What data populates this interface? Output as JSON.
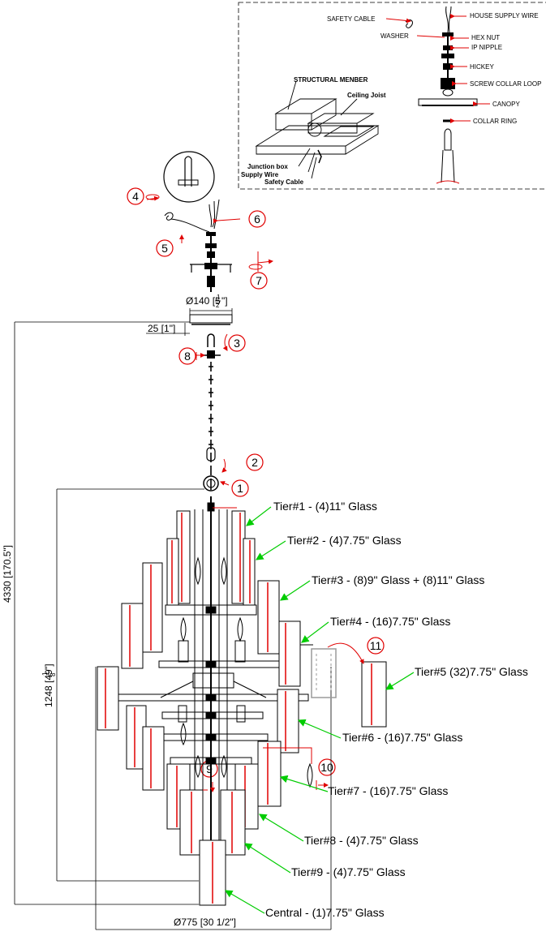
{
  "inset": {
    "safety_cable": "SAFETY CABLE",
    "house_supply_wire": "HOUSE SUPPLY WIRE",
    "washer": "WASHER",
    "hex_nut": "HEX NUT",
    "ip_nipple": "IP NIPPLE",
    "hickey": "HICKEY",
    "structural_member": "STRUCTURAL MENBER",
    "ceiling_joist": "Ceiling Joist",
    "screw_collar_loop": "SCREW COLLAR LOOP",
    "canopy": "CANOPY",
    "collar_ring": "COLLAR RING",
    "junction_box": "Junction box",
    "supply_wire": "Supply  Wire",
    "safety_cable_2": "Safety Cable"
  },
  "steps": [
    "1",
    "2",
    "3",
    "4",
    "5",
    "6",
    "7",
    "8",
    "9",
    "10",
    "11"
  ],
  "dimensions": {
    "canopy_diameter": "Ø140 [5",
    "canopy_diameter_frac_num": "1",
    "canopy_diameter_frac_den": "2",
    "canopy_diameter_end": "\"]",
    "canopy_height": "25 [1\"]",
    "overall_height": "4330 [170.5\"]",
    "fixture_height": "1248 [49",
    "fixture_height_frac_num": "1",
    "fixture_height_frac_den": "8",
    "fixture_height_end": "\"]",
    "fixture_diameter": "Ø775 [30 1/2\"]"
  },
  "tiers": [
    "Tier#1 - (4)11\" Glass",
    "Tier#2 - (4)7.75\" Glass",
    "Tier#3 - (8)9\" Glass + (8)11\" Glass",
    "Tier#4 - (16)7.75\" Glass",
    "Tier#5 (32)7.75\" Glass",
    "Tier#6 - (16)7.75\" Glass",
    "Tier#7 - (16)7.75\" Glass",
    "Tier#8 - (4)7.75\" Glass",
    "Tier#9 - (4)7.75\" Glass",
    "Central - (1)7.75\" Glass"
  ],
  "colors": {
    "callout_red": "#e00000",
    "leader_green": "#00cc00",
    "line_black": "#000000",
    "glass_gray": "#9a9a9a"
  }
}
